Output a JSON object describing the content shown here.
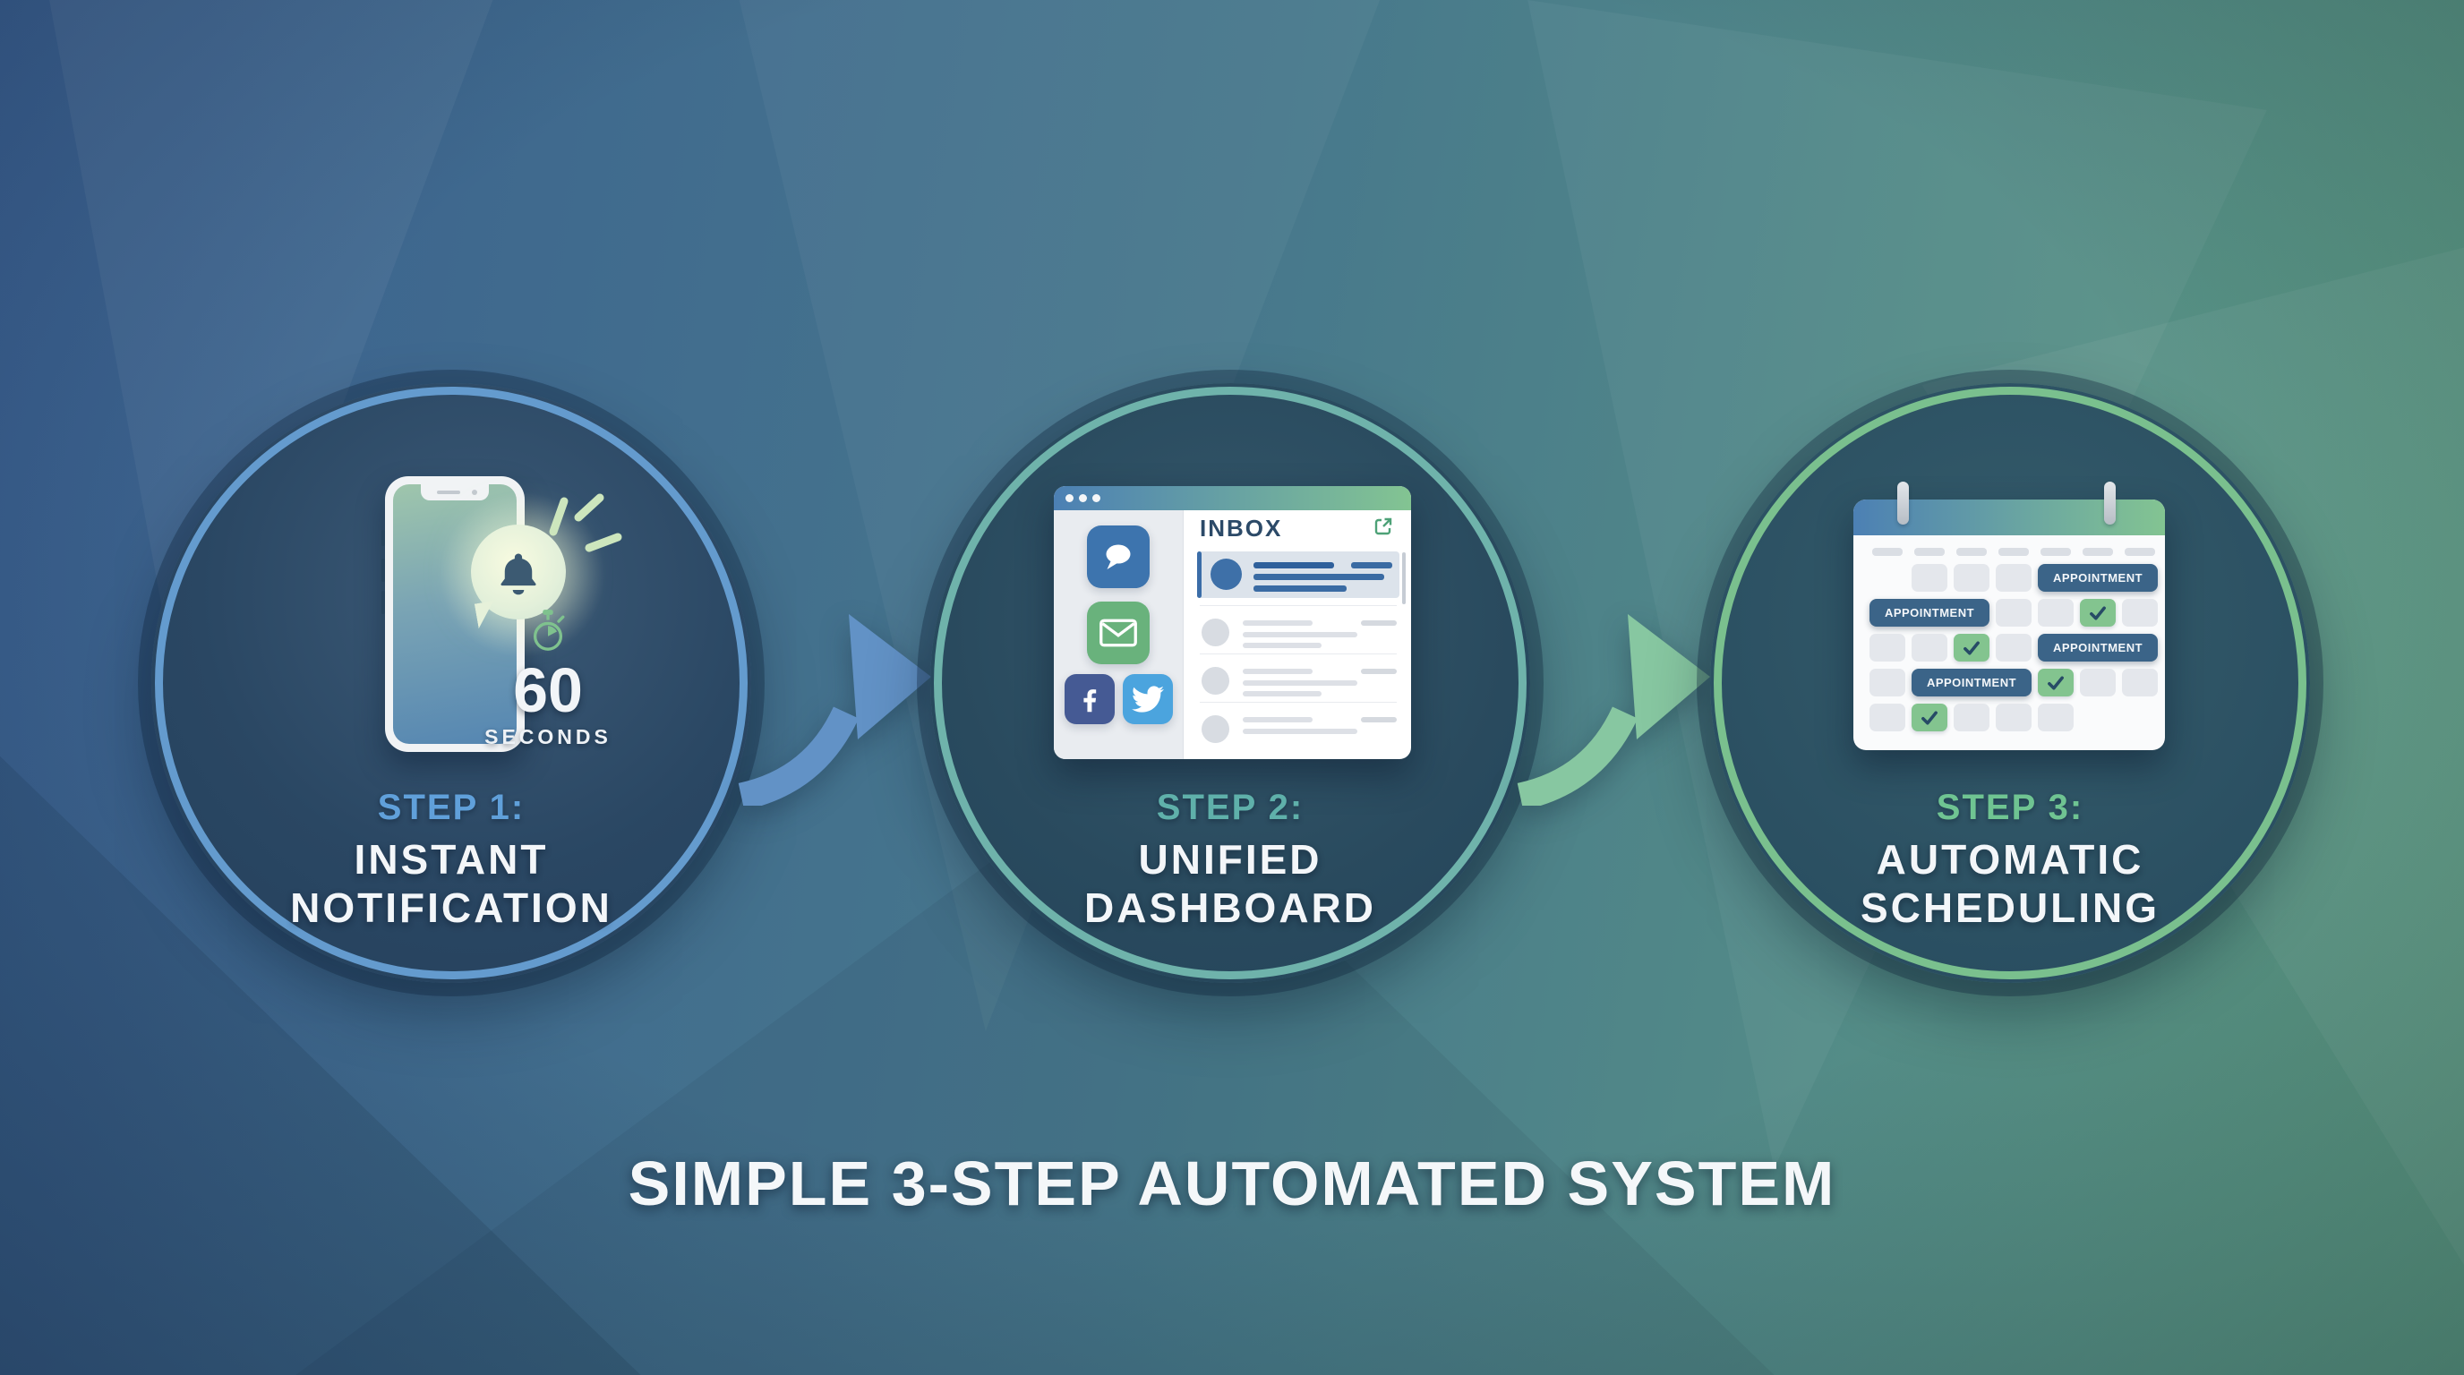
{
  "title": "SIMPLE 3-STEP AUTOMATED SYSTEM",
  "background": {
    "left_color": "#3a5f90",
    "mid_color": "#47788c",
    "right_color": "#5f9e82"
  },
  "steps": [
    {
      "label": "STEP 1:",
      "name_lines": [
        "INSTANT",
        "NOTIFICATION"
      ],
      "accent_color": "#60a0da",
      "ring_color": "#649bce",
      "timer": {
        "value": "60",
        "unit": "SECONDS"
      }
    },
    {
      "label": "STEP 2:",
      "name_lines": [
        "UNIFIED",
        "DASHBOARD"
      ],
      "accent_color": "#5fb0aa",
      "ring_color": "#6fb3ab",
      "dashboard": {
        "inbox_title": "INBOX",
        "sidebar_icons": [
          "chat",
          "email",
          "facebook",
          "twitter"
        ]
      }
    },
    {
      "label": "STEP 3:",
      "name_lines": [
        "AUTOMATIC",
        "SCHEDULING"
      ],
      "accent_color": "#6fc492",
      "ring_color": "#7ac08e",
      "calendar": {
        "appointment_label": "APPOINTMENT",
        "appointments": 4,
        "checked_days": 4
      }
    }
  ],
  "arrows": [
    {
      "color": "#6292c6"
    },
    {
      "color": "#87c7a1"
    }
  ]
}
